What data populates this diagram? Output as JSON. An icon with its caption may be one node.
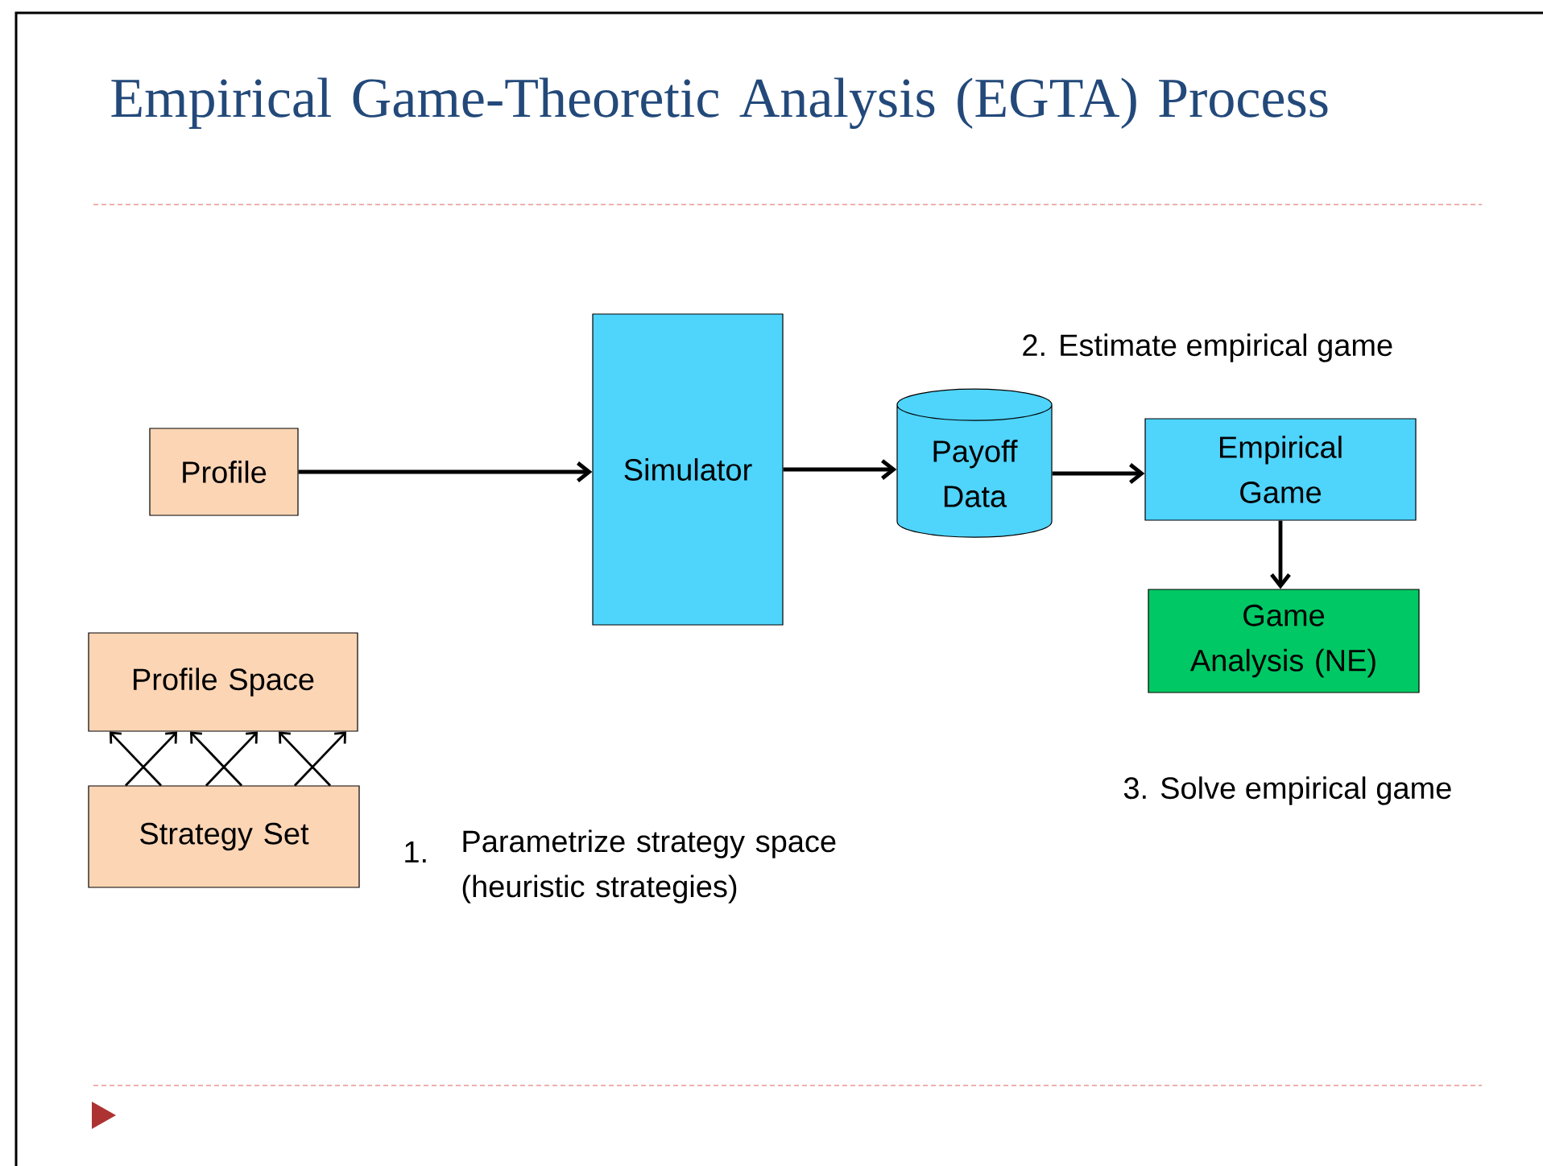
{
  "diagram": {
    "title": "Empirical Game-Theoretic Analysis (EGTA) Process",
    "nodes": [
      {
        "text": [
          "Profile"
        ]
      },
      {
        "text": [
          "Simulator"
        ]
      },
      {
        "text": [
          "Payoff Data"
        ]
      },
      {
        "text": [
          "Empirical Game"
        ]
      },
      {
        "text": [
          "Game Analysis (NE)"
        ]
      },
      {
        "text": [
          "Profile Space"
        ]
      },
      {
        "text": [
          "Strategy Set"
        ]
      }
    ],
    "edges": [
      {
        "from": 0,
        "to": 1,
        "arrow": "to"
      },
      {
        "from": 1,
        "to": 2,
        "arrow": "to"
      },
      {
        "from": 2,
        "to": 3,
        "arrow": "to"
      },
      {
        "from": 3,
        "to": 4,
        "arrow": "to"
      },
      {
        "from": 6,
        "to": 5,
        "arrow": "to"
      },
      {
        "from": 6,
        "to": 5,
        "arrow": "to"
      },
      {
        "from": 6,
        "to": 5,
        "arrow": "to"
      },
      {
        "from": 6,
        "to": 5,
        "arrow": "to"
      },
      {
        "from": 6,
        "to": 5,
        "arrow": "to"
      },
      {
        "from": 6,
        "to": 5,
        "arrow": "to"
      }
    ],
    "labels": [
      "2. Estimate empirical game",
      "3. Solve empirical game",
      "1.",
      "Parametrize strategy space (heuristic strategies)"
    ]
  }
}
